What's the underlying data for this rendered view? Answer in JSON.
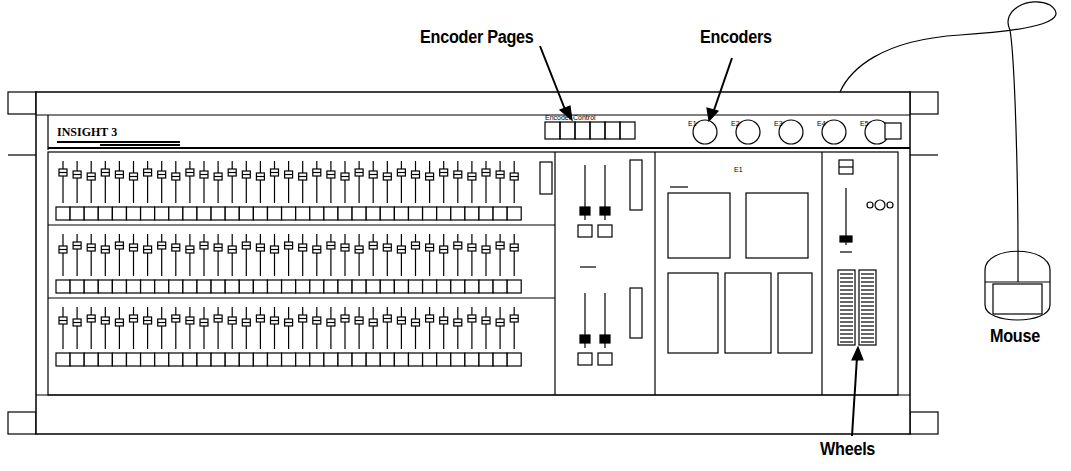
{
  "diagram": {
    "labels": [
      "Encoder Pages",
      "Encoders",
      "Wheels",
      "Mouse",
      "INSIGHT 3",
      "Encoder Control",
      "E1",
      "E2",
      "E3",
      "E4",
      "E5",
      "E1"
    ]
  }
}
